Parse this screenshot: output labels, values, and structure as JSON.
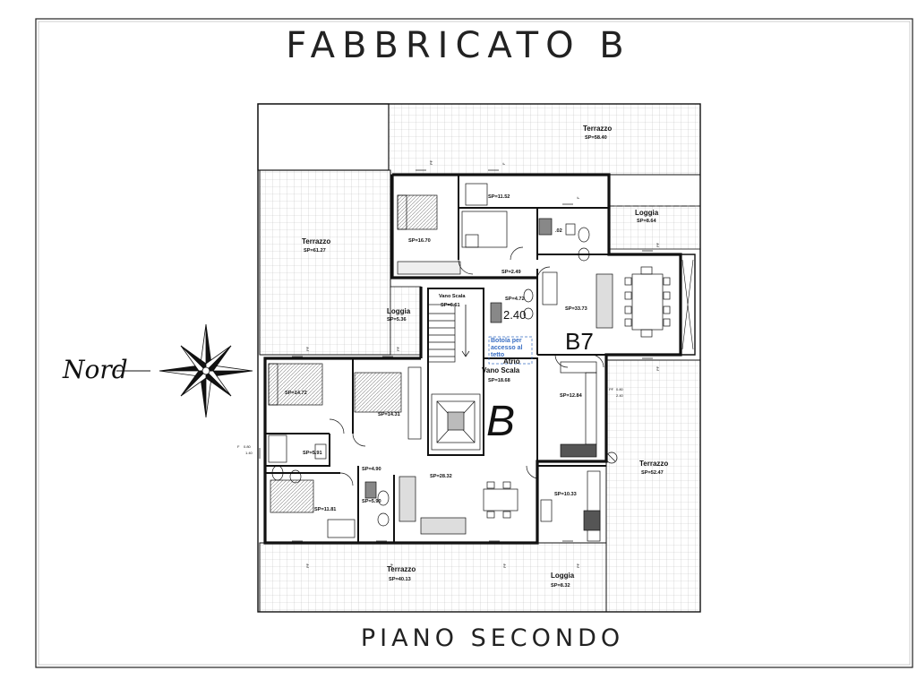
{
  "titles": {
    "building": "FABBRICATO B",
    "floor": "PIANO SECONDO",
    "compass": "Nord"
  },
  "unit": {
    "letter": "B",
    "id": "B7"
  },
  "labels": {
    "terrazzo_top": "Terrazzo",
    "terrazzo_top_sp": "SP=58.40",
    "terrazzo_left": "Terrazzo",
    "terrazzo_left_sp": "SP=61.27",
    "terrazzo_right": "Terrazzo",
    "terrazzo_right_sp": "SP=52.47",
    "terrazzo_bottom": "Terrazzo",
    "terrazzo_bottom_sp": "SP=40.13",
    "loggia_ne": "Loggia",
    "loggia_ne_sp": "SP=8.64",
    "loggia_w": "Loggia",
    "loggia_w_sp": "SP=5.36",
    "loggia_s": "Loggia",
    "loggia_s_sp": "SP=8.32",
    "vano_scala_small": "Vano Scala",
    "vano_scala_small_sp": "SP=6.61",
    "atrio": "Atrio",
    "vano_scala": "Vano Scala",
    "atrio_sp": "SP=18.68",
    "botola_1": "Botola per",
    "botola_2": "accesso al",
    "botola_3": "tetto",
    "height_mark": "2.40"
  },
  "rooms": {
    "bed_north": "SP=16.70",
    "study_north": "SP=11.52",
    "bath_north": ".02",
    "corridor_north": "SP=2.49",
    "bath_mid": "SP=4.72",
    "living_east": "SP=33.73",
    "kitchen_east": "SP=12.84",
    "bed_west_1": "SP=14.72",
    "bed_west_2": "SP=14.31",
    "bath_west": "SP=5.91",
    "corridor_west": "SP=4.90",
    "living_south": "SP=28.32",
    "kitchen_south": "SP=10.33",
    "bed_sw": "SP=11.81",
    "bath_sw": "SP=5.90"
  },
  "window_marks": {
    "pf_label": "PF",
    "f_label": "F",
    "h1": "0.80",
    "h2": "1.40",
    "h3": "2.40"
  },
  "colors": {
    "line": "#111111",
    "tile": "#b9b9b9",
    "annotation_blue": "#3a6fc4"
  }
}
